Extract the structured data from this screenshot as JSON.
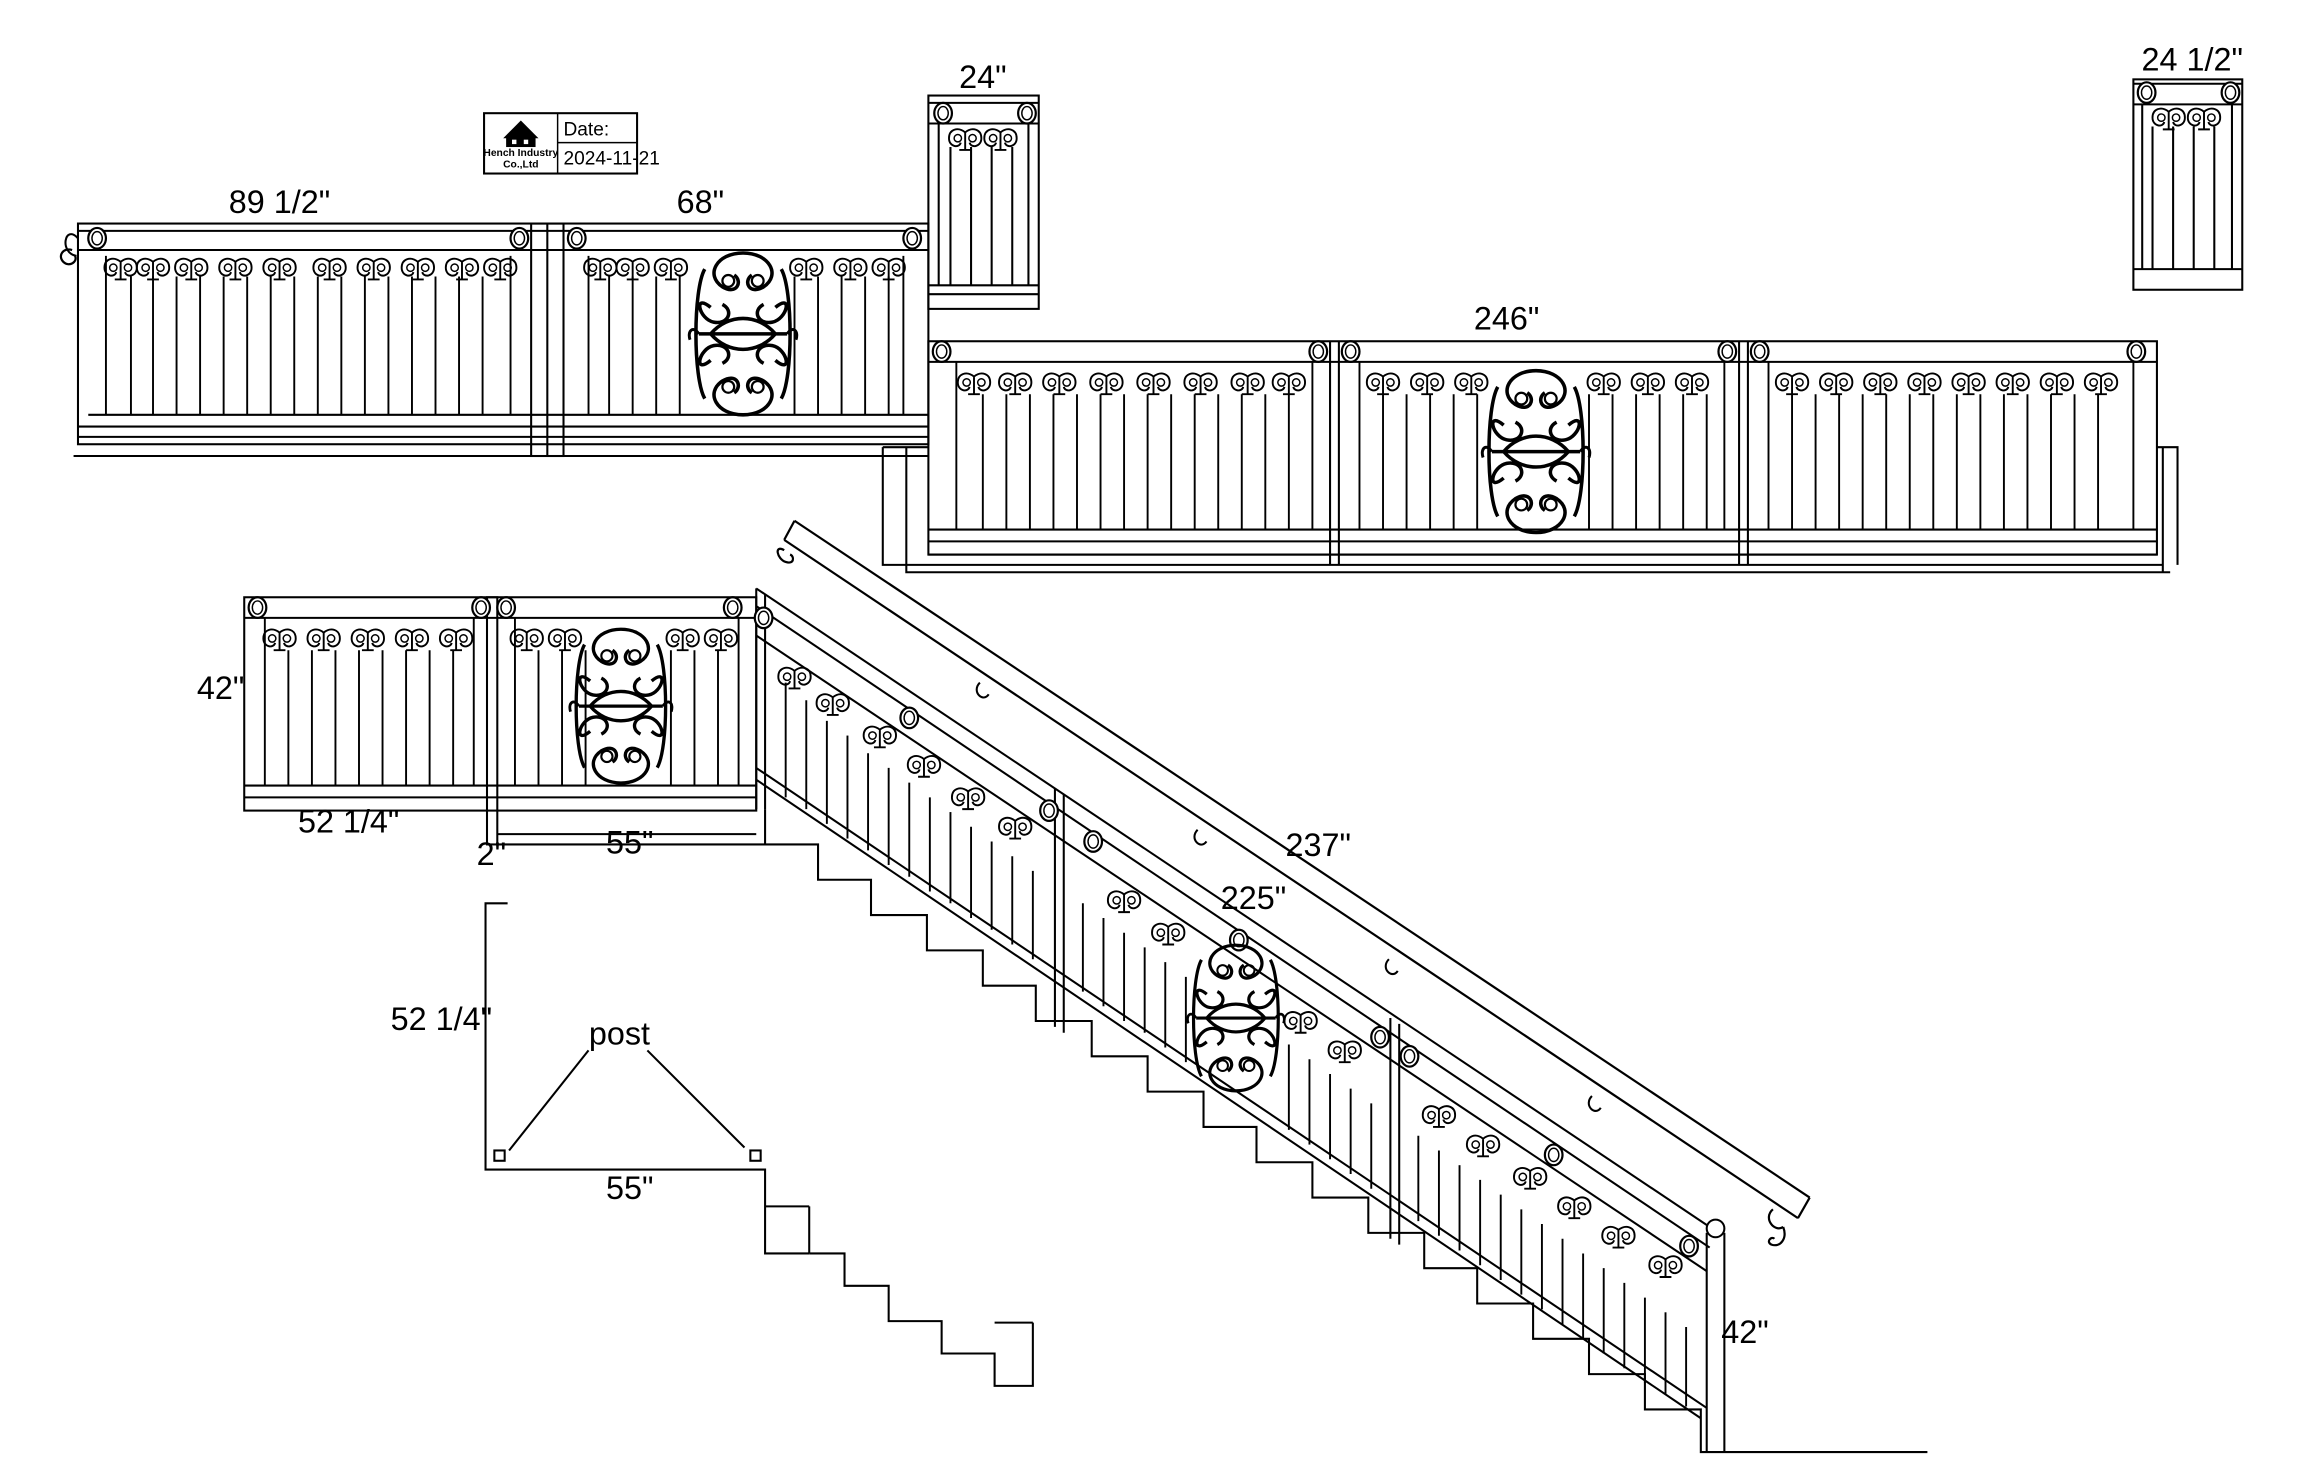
{
  "title_block": {
    "company": "Hench Industry",
    "company_suffix": "Co.,Ltd",
    "date_label": "Date:",
    "date_value": "2024-11-21"
  },
  "dimensions": {
    "upper_left_width": "89 1/2\"",
    "upper_middle_width": "68\"",
    "detail_24": "24\"",
    "detail_24_half": "24 1/2\"",
    "long_run_width": "246\"",
    "landing_height": "42\"",
    "landing_left_width": "52 1/4\"",
    "post_gap": "2\"",
    "landing_right_width": "55\"",
    "stair_handrail_length": "237\"",
    "stair_panel_length": "225\"",
    "stair_end_height": "42\"",
    "plan_side": "52 1/4\"",
    "plan_bottom": "55\"",
    "plan_post_label": "post"
  }
}
